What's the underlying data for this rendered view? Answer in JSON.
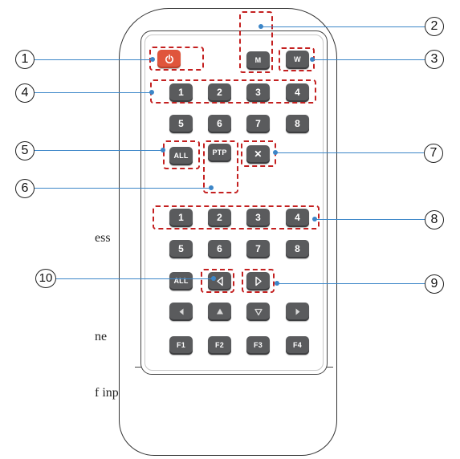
{
  "side_text": [
    "ess",
    "ne",
    "f inputs),"
  ],
  "callouts": [
    "1",
    "2",
    "3",
    "4",
    "5",
    "6",
    "7",
    "8",
    "9",
    "10"
  ],
  "keys": {
    "power_icon": "power-icon",
    "m": "M",
    "w": "W",
    "group1_row1": [
      "1",
      "2",
      "3",
      "4"
    ],
    "group1_row2": [
      "5",
      "6",
      "7",
      "8"
    ],
    "all_top": "ALL",
    "ptp": "PTP",
    "clear": "✕",
    "group2_row1": [
      "1",
      "2",
      "3",
      "4"
    ],
    "group2_row2": [
      "5",
      "6",
      "7",
      "8"
    ],
    "all_bottom": "ALL",
    "page_left_icon": "left-triangle-icon",
    "page_right_icon": "right-triangle-icon",
    "nav_icons": [
      "left-triangle-icon",
      "up-triangle-icon",
      "down-triangle-icon",
      "right-triangle-icon"
    ],
    "function_row": [
      "F1",
      "F2",
      "F3",
      "F4"
    ]
  },
  "colors": {
    "key": "#5a5b5d",
    "power_key": "#e0553c",
    "highlight_dash": "#c42020",
    "leader": "#3c86c8"
  }
}
